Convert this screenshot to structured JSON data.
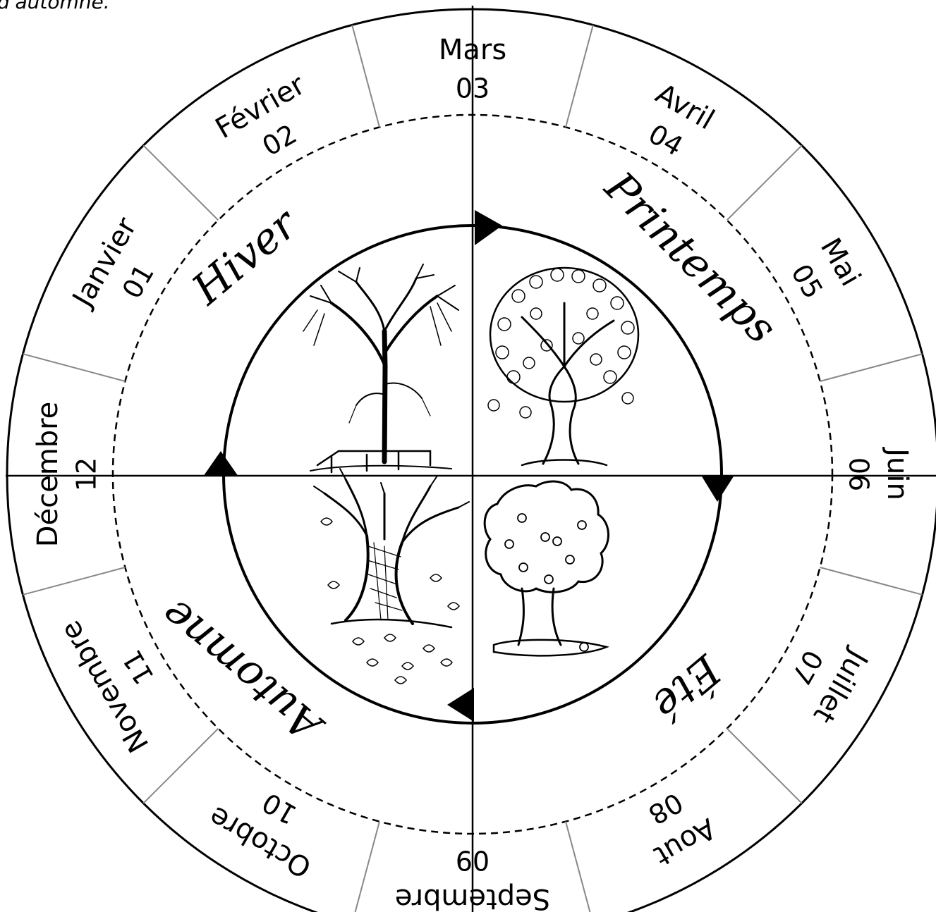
{
  "header": {
    "caption": "d'automne."
  },
  "months": [
    {
      "name": "Janvier",
      "number": "01"
    },
    {
      "name": "Février",
      "number": "02"
    },
    {
      "name": "Mars",
      "number": "03"
    },
    {
      "name": "Avril",
      "number": "04"
    },
    {
      "name": "Mai",
      "number": "05"
    },
    {
      "name": "Juin",
      "number": "06"
    },
    {
      "name": "Juillet",
      "number": "07"
    },
    {
      "name": "Aout",
      "number": "08"
    },
    {
      "name": "Septembre",
      "number": "09"
    },
    {
      "name": "Octobre",
      "number": "10"
    },
    {
      "name": "Novembre",
      "number": "11"
    },
    {
      "name": "Décembre",
      "number": "12"
    }
  ],
  "seasons": {
    "hiver": "Hiver",
    "printemps": "Printemps",
    "ete": "Été",
    "automne": "Automne"
  }
}
